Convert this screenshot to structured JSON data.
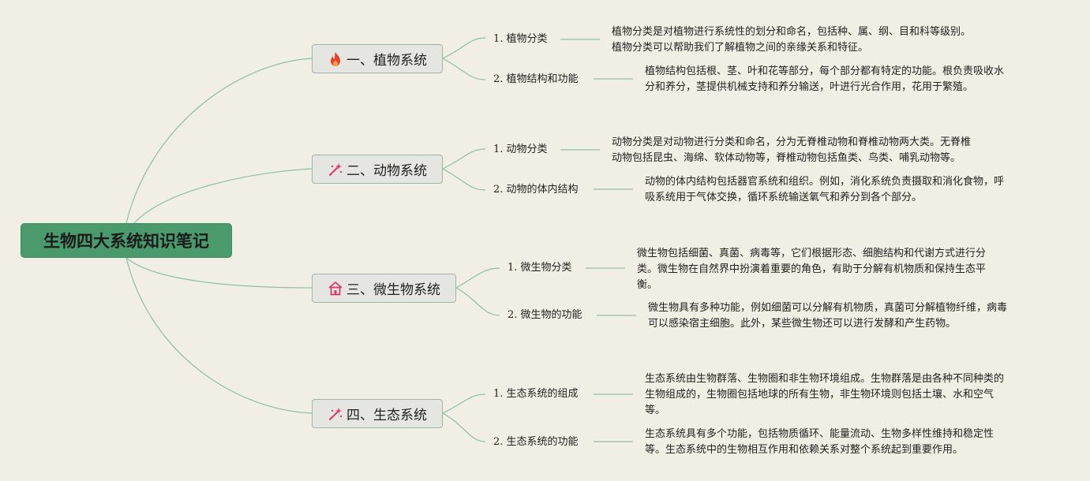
{
  "root": {
    "title": "生物四大系统知识笔记"
  },
  "branches": [
    {
      "label": "一、植物系统",
      "icon": "fire-icon",
      "children": [
        {
          "label": "1. 植物分类",
          "desc": [
            "植物分类是对植物进行系统性的划分和命名，包括种、属、纲、目和科等级别。",
            "植物分类可以帮助我们了解植物之间的亲缘关系和特征。"
          ]
        },
        {
          "label": "2. 植物结构和功能",
          "desc": [
            "植物结构包括根、茎、叶和花等部分，每个部分都有特定的功能。根负责吸收水",
            "分和养分，茎提供机械支持和养分输送，叶进行光合作用，花用于繁殖。"
          ]
        }
      ]
    },
    {
      "label": "二、动物系统",
      "icon": "magic-wand-icon",
      "children": [
        {
          "label": "1. 动物分类",
          "desc": [
            "动物分类是对动物进行分类和命名，分为无脊椎动物和脊椎动物两大类。无脊椎",
            "动物包括昆虫、海绵、软体动物等，脊椎动物包括鱼类、鸟类、哺乳动物等。"
          ]
        },
        {
          "label": "2. 动物的体内结构",
          "desc": [
            "动物的体内结构包括器官系统和组织。例如，消化系统负责摄取和消化食物，呼",
            "吸系统用于气体交换，循环系统输送氧气和养分到各个部分。"
          ]
        }
      ]
    },
    {
      "label": "三、微生物系统",
      "icon": "home-icon",
      "children": [
        {
          "label": "1. 微生物分类",
          "desc": [
            "微生物包括细菌、真菌、病毒等，它们根据形态、细胞结构和代谢方式进行分",
            "类。微生物在自然界中扮演着重要的角色，有助于分解有机物质和保持生态平",
            "衡。"
          ]
        },
        {
          "label": "2. 微生物的功能",
          "desc": [
            "微生物具有多种功能，例如细菌可以分解有机物质，真菌可分解植物纤维，病毒",
            "可以感染宿主细胞。此外，某些微生物还可以进行发酵和产生药物。"
          ]
        }
      ]
    },
    {
      "label": "四、生态系统",
      "icon": "magic-wand-icon",
      "children": [
        {
          "label": "1. 生态系统的组成",
          "desc": [
            "生态系统由生物群落、生物圈和非生物环境组成。生物群落是由各种不同种类的",
            "生物组成的，生物圈包括地球的所有生物，非生物环境则包括土壤、水和空气",
            "等。"
          ]
        },
        {
          "label": "2. 生态系统的功能",
          "desc": [
            "生态系统具有多个功能，包括物质循环、能量流动、生物多样性维持和稳定性",
            "等。生态系统中的生物相互作用和依赖关系对整个系统起到重要作用。"
          ]
        }
      ]
    }
  ],
  "colors": {
    "background": "#f1eee4",
    "root_fill": "#4a9a6d",
    "branch_fill": "#e5e6e1",
    "line": "#8fbfa6",
    "icon_red": "#e8402a",
    "icon_pink": "#d63a6b"
  }
}
